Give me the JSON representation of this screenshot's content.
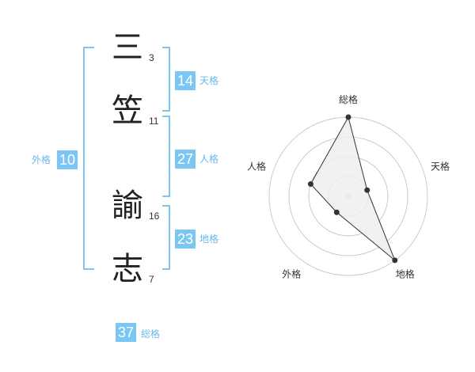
{
  "name": {
    "chars": [
      {
        "char": "三",
        "strokes": "3"
      },
      {
        "char": "笠",
        "strokes": "11"
      },
      {
        "char": "諭",
        "strokes": "16"
      },
      {
        "char": "志",
        "strokes": "7"
      }
    ]
  },
  "fortune": {
    "tenkaku": {
      "value": "14",
      "label": "天格"
    },
    "jinkaku": {
      "value": "27",
      "label": "人格"
    },
    "chikaku": {
      "value": "23",
      "label": "地格"
    },
    "gaikaku": {
      "value": "10",
      "label": "外格"
    },
    "soukaku": {
      "value": "37",
      "label": "総格"
    }
  },
  "chart_data": {
    "type": "radar",
    "axes": [
      "総格",
      "天格",
      "地格",
      "外格",
      "人格"
    ],
    "values": [
      4,
      1,
      4,
      1,
      2
    ],
    "max": 4,
    "rings": 4,
    "colors": {
      "fill": "#efefef",
      "line": "#333333",
      "grid": "#cccccc",
      "point": "#333333",
      "center": "#cccccc"
    }
  },
  "colors": {
    "accent": "#7cc6f3",
    "bracket": "#6ab8ea"
  }
}
